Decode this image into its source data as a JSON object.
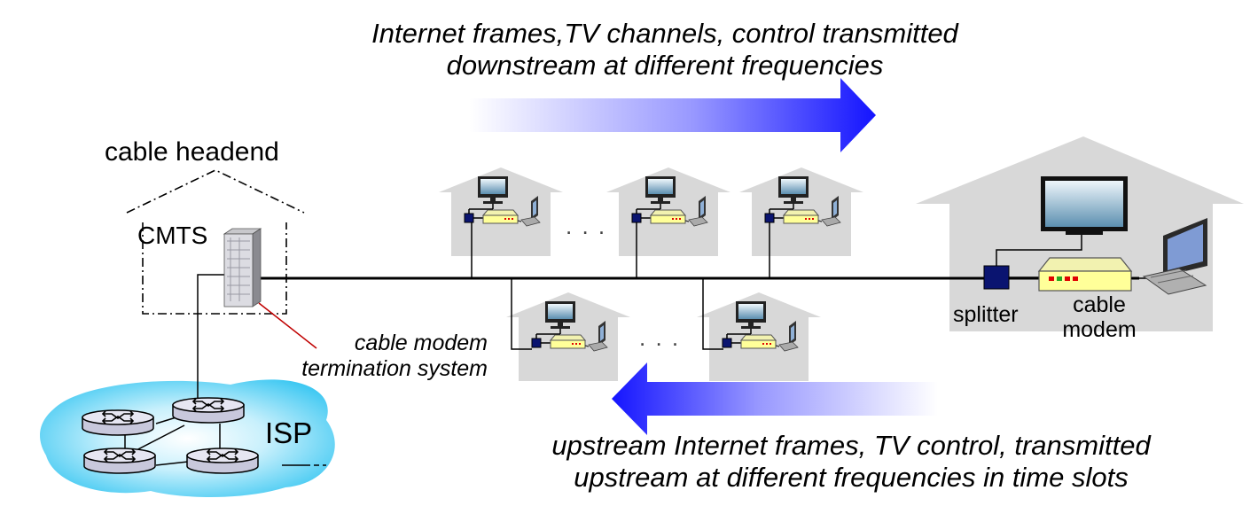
{
  "labels": {
    "downstream_line1": "Internet frames,TV channels, control  transmitted",
    "downstream_line2": "downstream at different frequencies",
    "upstream_line1": "upstream Internet frames, TV control,  transmitted",
    "upstream_line2": "upstream at different frequencies in time slots",
    "cable_headend": "cable headend",
    "cmts": "CMTS",
    "cmts_desc_line1": "cable modem",
    "cmts_desc_line2": "termination system",
    "isp": "ISP",
    "splitter": "splitter",
    "cable_modem_line1": "cable",
    "cable_modem_line2": "modem",
    "ellipsis_top": ". . .",
    "ellipsis_bottom": ". . ."
  },
  "colors": {
    "arrow_blue": "#1414ff",
    "house_gray": "#d8d8d8",
    "isp_cloud": "#3ec8f2",
    "modem_yellow": "#ffff99",
    "splitter_navy": "#0a1470",
    "pointer_red": "#c00000"
  }
}
